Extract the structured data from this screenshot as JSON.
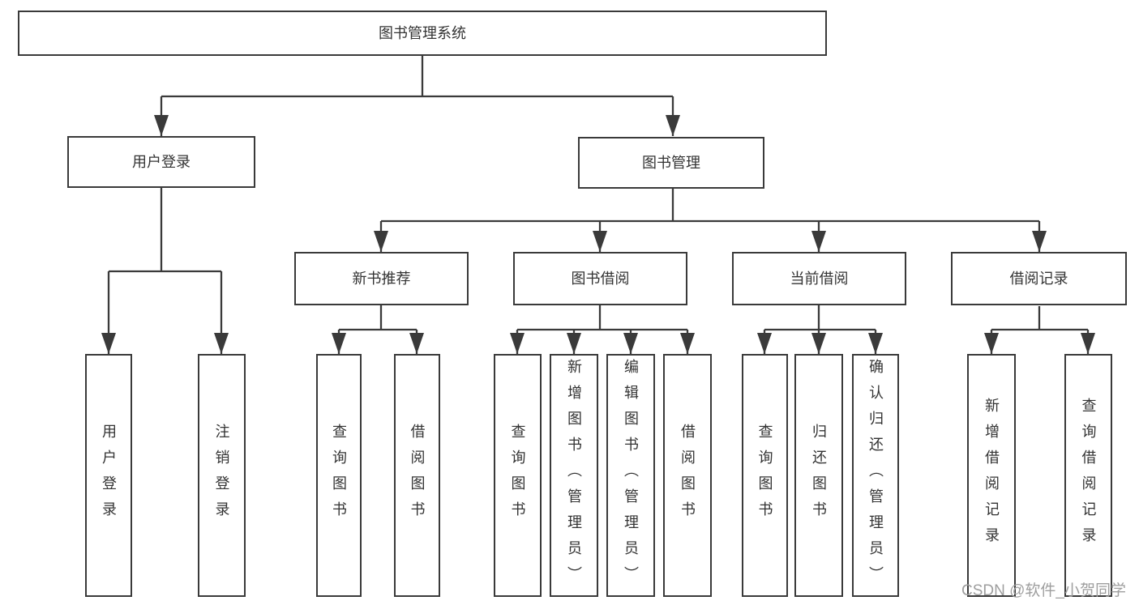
{
  "diagram": {
    "root": {
      "label": "图书管理系统"
    },
    "user": {
      "label": "用户登录",
      "children": [
        {
          "label": "用户登录"
        },
        {
          "label": "注销登录"
        }
      ]
    },
    "book": {
      "label": "图书管理",
      "sections": [
        {
          "label": "新书推荐",
          "children": [
            {
              "label": "查询图书"
            },
            {
              "label": "借阅图书"
            }
          ]
        },
        {
          "label": "图书借阅",
          "children": [
            {
              "label": "查询图书"
            },
            {
              "label": "新增图书（管理员）"
            },
            {
              "label": "编辑图书（管理员）"
            },
            {
              "label": "借阅图书"
            }
          ]
        },
        {
          "label": "当前借阅",
          "children": [
            {
              "label": "查询图书"
            },
            {
              "label": "归还图书"
            },
            {
              "label": "确认归还（管理员）"
            }
          ]
        },
        {
          "label": "借阅记录",
          "children": [
            {
              "label": "新增借阅记录"
            },
            {
              "label": "查询借阅记录"
            }
          ]
        }
      ]
    },
    "watermark": {
      "text": "CSDN @软件_小贺同学"
    },
    "colors": {
      "line": "#3a3a3a",
      "text": "#333333",
      "watermark": "#9e9e9e",
      "background": "#ffffff"
    }
  }
}
